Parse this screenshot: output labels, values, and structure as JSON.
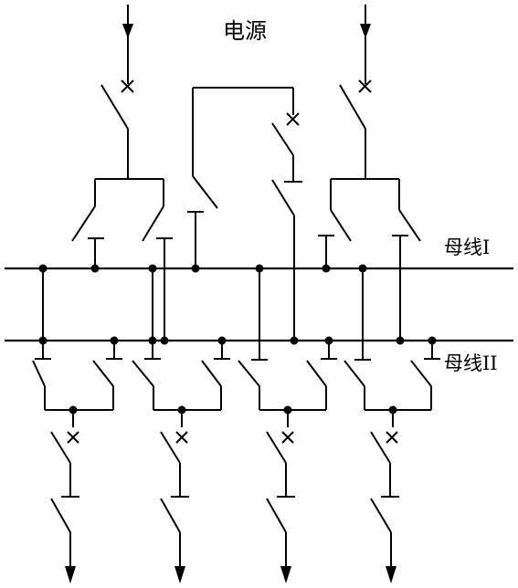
{
  "labels": {
    "power_source": "电源",
    "bus_1": "母线I",
    "bus_2": "母线II"
  }
}
